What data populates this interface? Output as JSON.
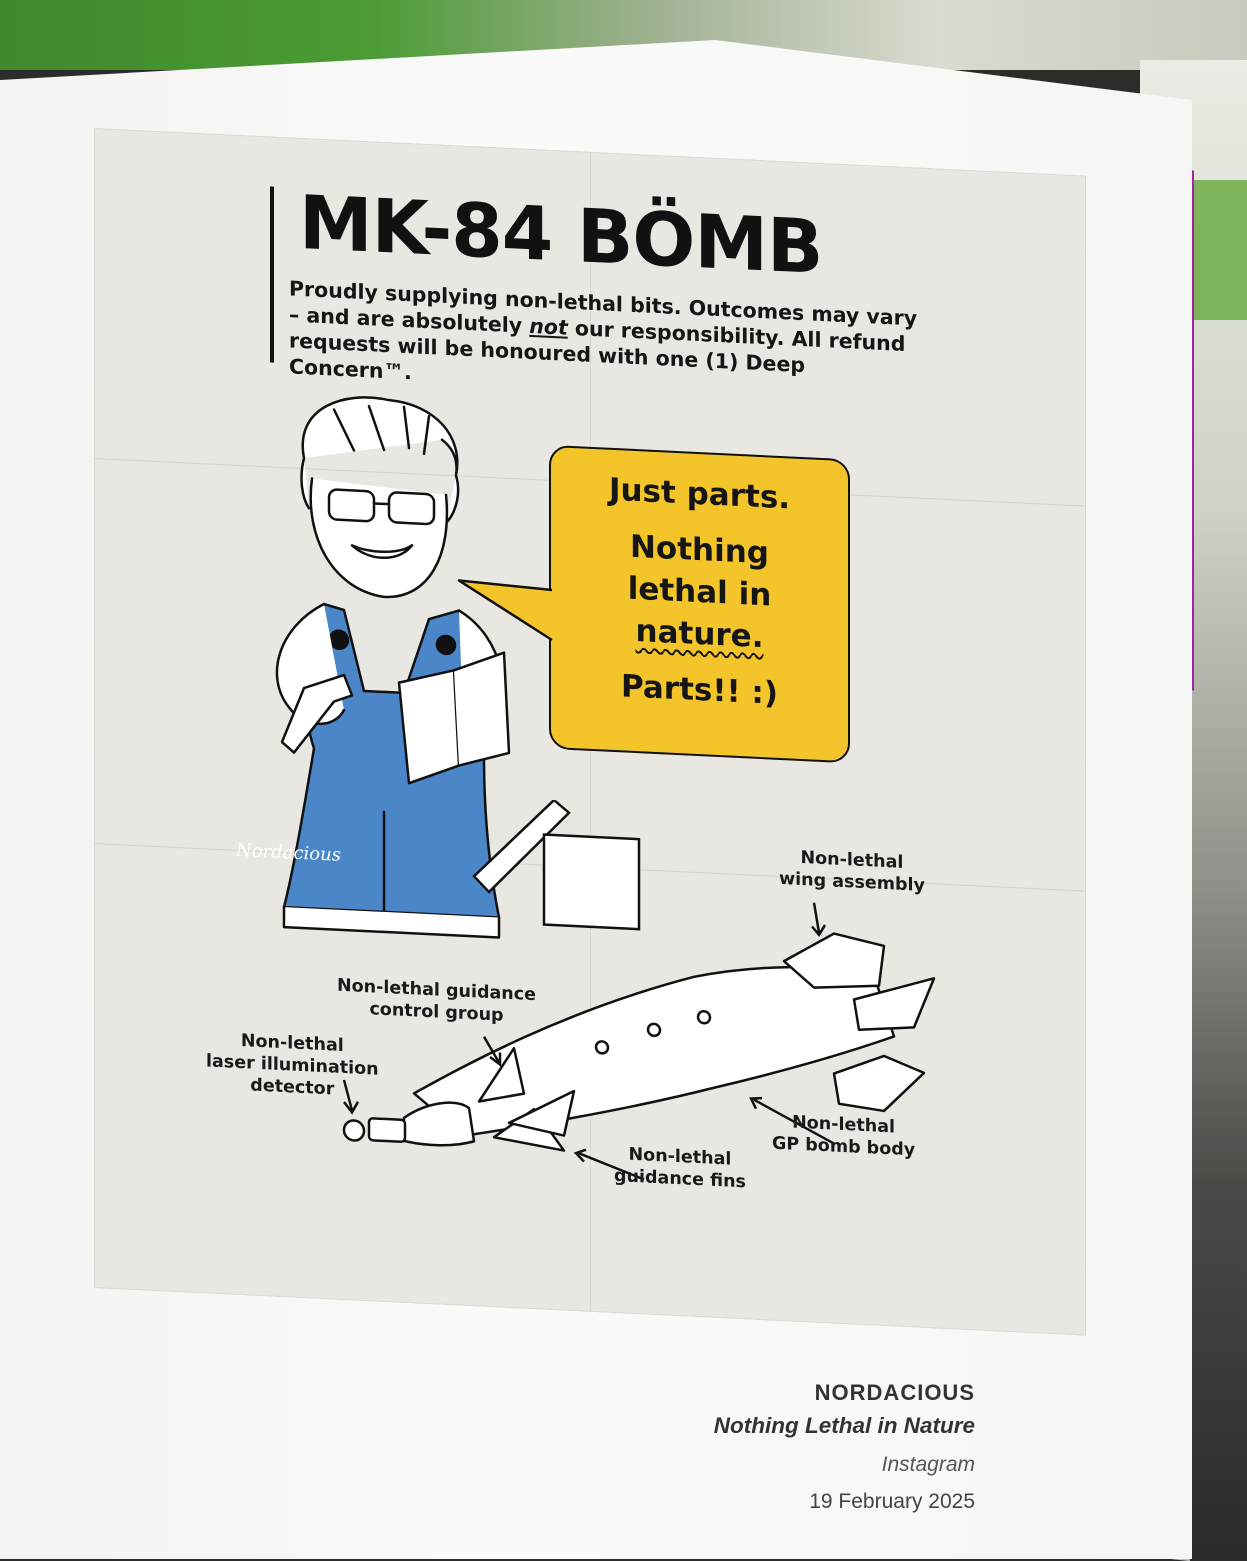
{
  "poster": {
    "title": "MK-84 BÖMB",
    "subtitle_line1": "Proudly supplying non-lethal bits. Outcomes may vary",
    "subtitle_line2_pre": "– and are absolutely ",
    "subtitle_line2_em": "not",
    "subtitle_line2_post": " our responsibility. All refund",
    "subtitle_line3": "requests will be honoured with one (1) Deep Concern™.",
    "speech": {
      "line1": "Just parts.",
      "line2": "Nothing",
      "line3": "lethal in",
      "line4": "nature.",
      "line5": "Parts!! :)"
    },
    "signature": "Nordacious",
    "callouts": {
      "wing_1": "Non-lethal",
      "wing_2": "wing assembly",
      "guidance_group_1": "Non-lethal guidance",
      "guidance_group_2": "control group",
      "laser_1": "Non-lethal",
      "laser_2": "laser illumination",
      "laser_3": "detector",
      "body_1": "Non-lethal",
      "body_2": "GP bomb body",
      "fins_1": "Non-lethal",
      "fins_2": "guidance fins"
    },
    "colors": {
      "paper": "#e9e7e1",
      "overalls": "#4a86c8",
      "bubble": "#f3c52a"
    }
  },
  "caption": {
    "artist": "NORDACIOUS",
    "work_title": "Nothing Lethal in Nature",
    "source": "Instagram",
    "date": "19 February 2025"
  }
}
